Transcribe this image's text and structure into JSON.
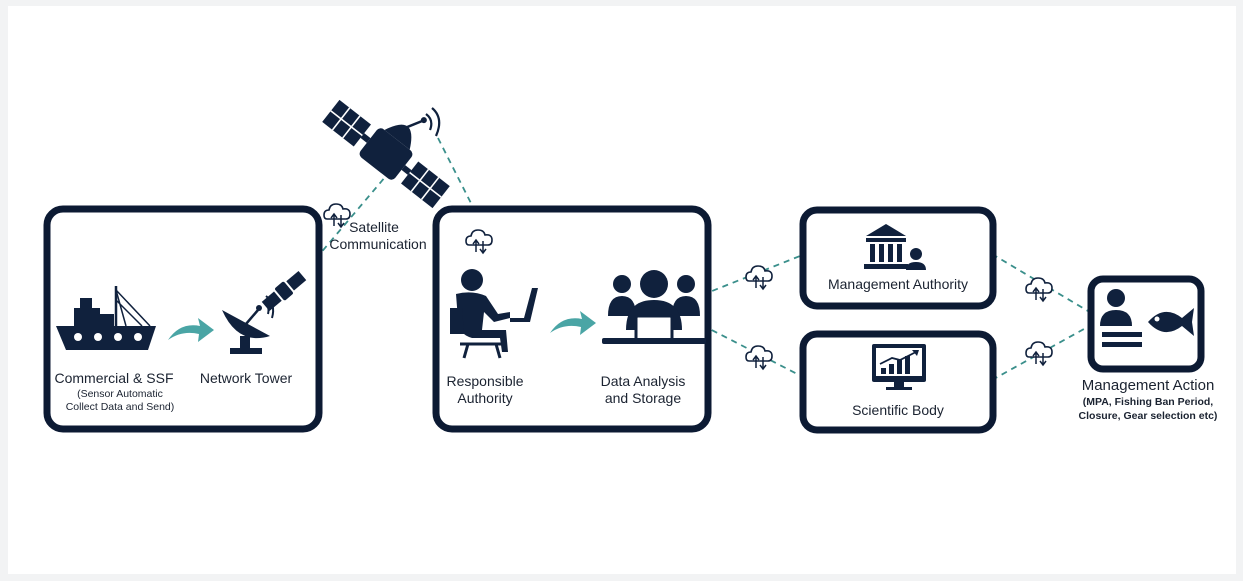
{
  "nodes": {
    "commercial": {
      "title": "Commercial & SSF",
      "subtitle_line1": "(Sensor Automatic",
      "subtitle_line2": "Collect Data and Send)"
    },
    "network_tower": {
      "title": "Network Tower"
    },
    "satellite": {
      "line1": "Satellite",
      "line2": "Communication"
    },
    "responsible": {
      "line1": "Responsible",
      "line2": "Authority"
    },
    "data_analysis": {
      "line1": "Data Analysis",
      "line2": "and Storage"
    },
    "management_authority": {
      "title": "Management Authority"
    },
    "scientific_body": {
      "title": "Scientific Body"
    },
    "management_action": {
      "title": "Management Action",
      "detail_line1": "(MPA, Fishing Ban Period,",
      "detail_line2": "Closure, Gear selection etc)"
    }
  },
  "icons": [
    "boat-icon",
    "satellite-dish-icon",
    "satellite-icon",
    "cloud-sync-icon",
    "person-at-laptop-icon",
    "team-meeting-icon",
    "government-building-icon",
    "chart-monitor-icon",
    "fish-icon",
    "flow-arrow-icon"
  ],
  "colors": {
    "box_border": "#0c1a33",
    "icon_ink": "#10213d",
    "arrow_teal": "#4aa5a5",
    "dashed_link": "#3a8f8b"
  }
}
